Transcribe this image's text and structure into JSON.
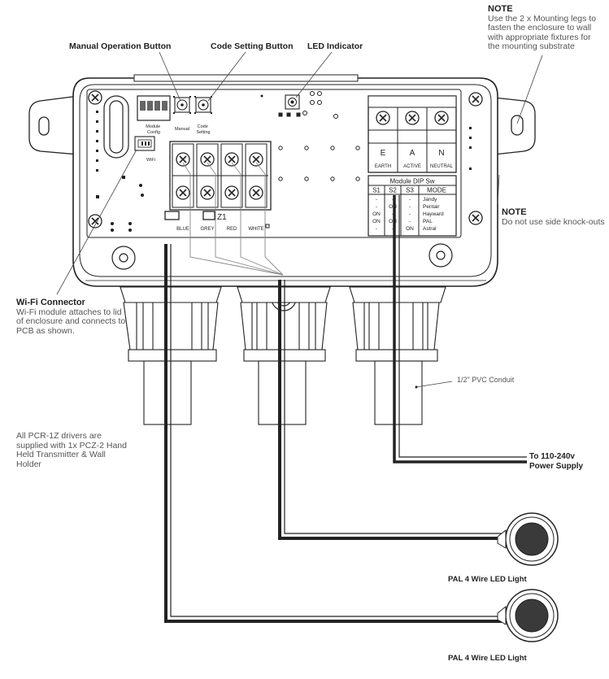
{
  "callouts": {
    "manual_button": "Manual Operation Button",
    "code_button": "Code Setting Button",
    "led_indicator": "LED Indicator"
  },
  "note_top": {
    "title": "NOTE",
    "lines": [
      "Use the 2 x Mounting legs to",
      "fasten the enclosure to wall",
      "with appropriate fixtures for",
      "the mounting substrate"
    ]
  },
  "note_side": {
    "title": "NOTE",
    "text": "Do not use side knock-outs"
  },
  "wifi_note": {
    "title": "Wi-Fi Connector",
    "lines": [
      "Wi-Fi module attaches to lid",
      "of enclosure and connects to",
      "PCB as shown."
    ]
  },
  "driver_note": {
    "lines": [
      "All PCR-1Z drivers are",
      "supplied with 1x PCZ-2 Hand",
      "Held Transmitter & Wall",
      "Holder"
    ]
  },
  "pcb": {
    "module_config": [
      "Module",
      "Config"
    ],
    "manual": "Manual",
    "code_setting": [
      "Code",
      "Setting"
    ],
    "wifi": "WiFi",
    "z1": "Z1",
    "wire_labels": [
      "BLUE",
      "GREY",
      "RED",
      "WHITE"
    ]
  },
  "power_block": {
    "letters": [
      "E",
      "A",
      "N"
    ],
    "names": [
      "EARTH",
      "ACTIVE",
      "NEUTRAL"
    ]
  },
  "dip_table": {
    "title": "Module DIP Sw",
    "headers": [
      "S1",
      "S2",
      "S3",
      "MODE"
    ],
    "rows": [
      [
        "-",
        "-",
        "-",
        "Jandy"
      ],
      [
        "-",
        "ON",
        "-",
        "Pentair"
      ],
      [
        "ON",
        "-",
        "-",
        "Hayward"
      ],
      [
        "ON",
        "ON",
        "-",
        "PAL"
      ],
      [
        "-",
        "-",
        "ON",
        "Astral"
      ]
    ]
  },
  "conduit_label": "1/2\" PVC Conduit",
  "supply_label": [
    "To 110-240v",
    "Power Supply"
  ],
  "light_label": "PAL 4 Wire LED Light"
}
